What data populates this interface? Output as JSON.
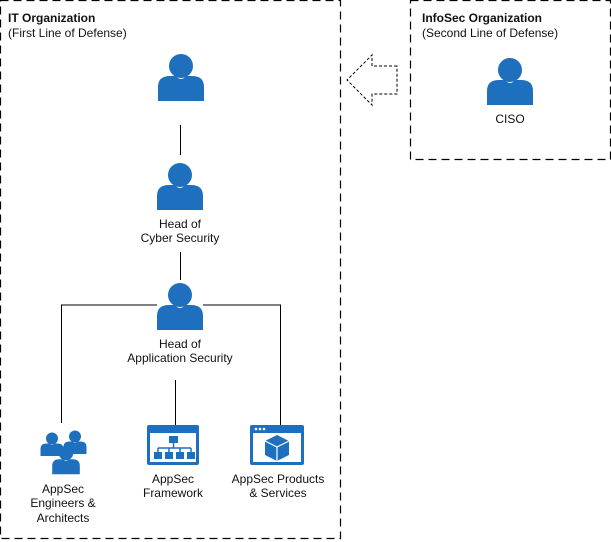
{
  "colors": {
    "icon": "#1f6fbf",
    "line": "#000000",
    "border": "#000000"
  },
  "it_org": {
    "title": "IT Organization",
    "subtitle": "(First Line of Defense)"
  },
  "infosec_org": {
    "title": "InfoSec Organization",
    "subtitle": "(Second Line of Defense)"
  },
  "nodes": {
    "top_person": {
      "icon": "person-icon"
    },
    "head_cyber": {
      "icon": "person-icon",
      "lines": [
        "Head of",
        "Cyber Security"
      ]
    },
    "head_appsec": {
      "icon": "person-icon",
      "lines": [
        "Head of",
        "Application Security"
      ]
    },
    "appsec_engineers": {
      "icon": "group-icon",
      "lines": [
        "AppSec",
        "Engineers &",
        "Architects"
      ]
    },
    "appsec_framework": {
      "icon": "hierarchy-window-icon",
      "lines": [
        "AppSec",
        "Framework"
      ]
    },
    "appsec_products": {
      "icon": "cube-window-icon",
      "lines": [
        "AppSec Products",
        "& Services"
      ]
    },
    "ciso": {
      "icon": "person-icon",
      "lines": [
        "CISO"
      ]
    }
  }
}
